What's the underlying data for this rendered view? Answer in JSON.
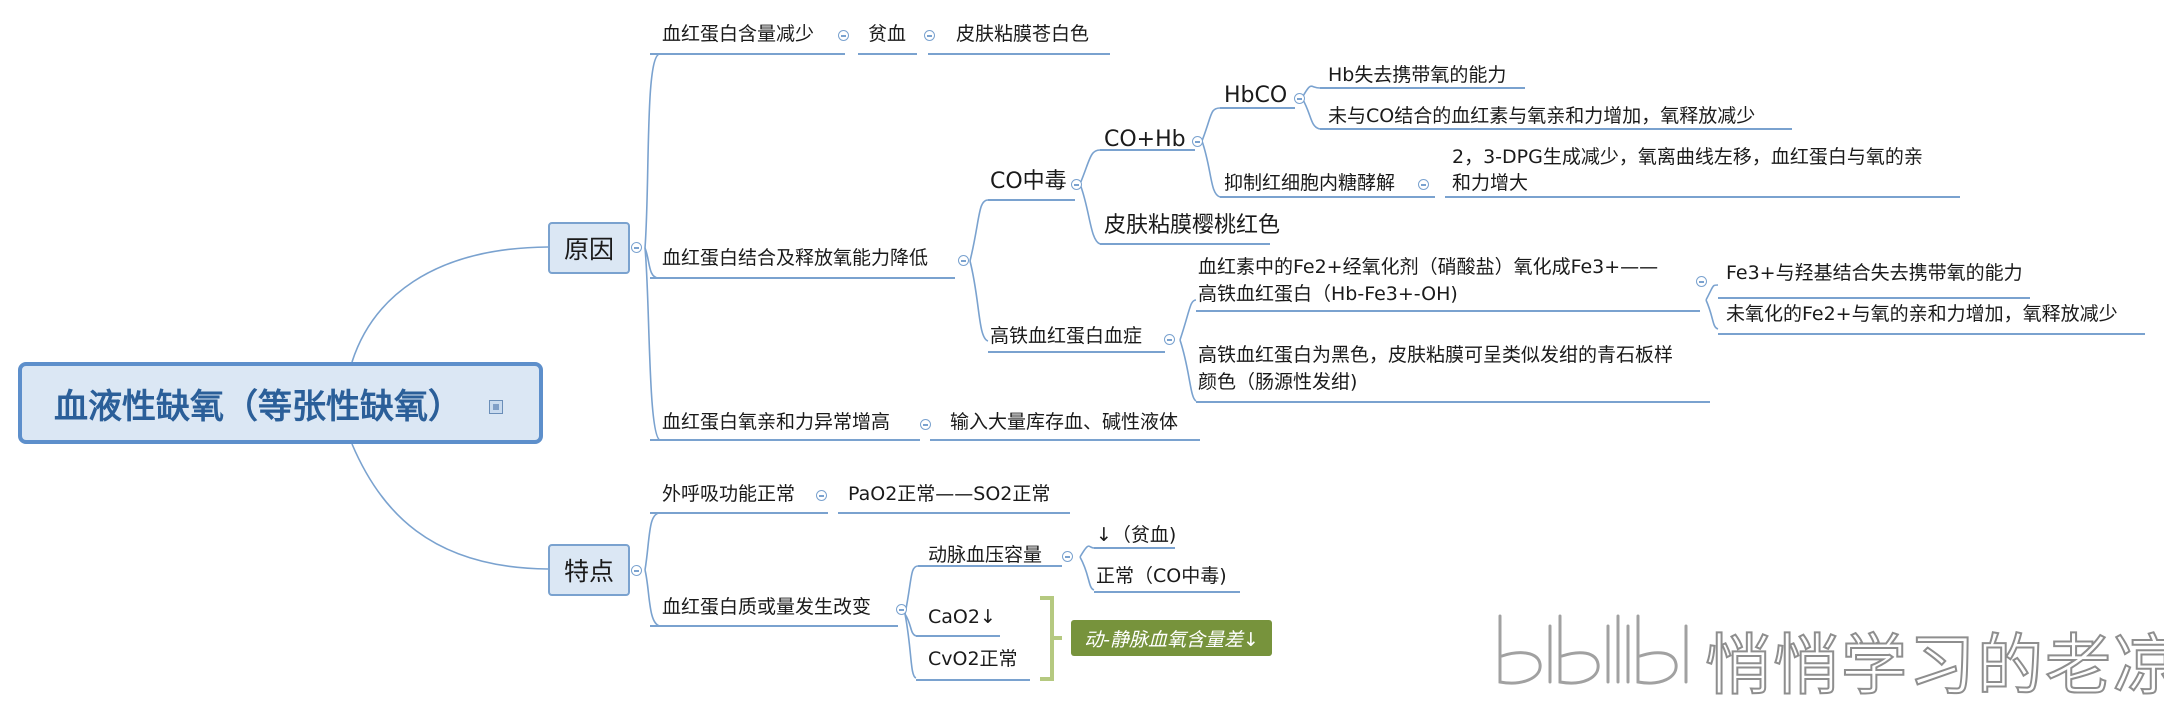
{
  "root": {
    "title": "血液性缺氧（等张性缺氧）"
  },
  "main": {
    "cause": "原因",
    "feature": "特点"
  },
  "causes": {
    "hb_decrease": "血红蛋白含量减少",
    "anemia": "贫血",
    "pale_skin": "皮肤粘膜苍白色",
    "binding_release_low": "血红蛋白结合及释放氧能力降低",
    "co_poisoning": "CO中毒",
    "co_hb": "CO+Hb",
    "hbco": "HbCO",
    "hb_loses_o2": "Hb失去携带氧的能力",
    "unbound_hb": "未与CO结合的血红素与氧亲和力增加，氧释放减少",
    "inhibit_glycolysis": "抑制红细胞内糖酵解",
    "dpg_line1": "2，3-DPG生成减少，氧离曲线左移，血红蛋白与氧的亲",
    "dpg_line2": "和力增大",
    "cherry_skin": "皮肤粘膜樱桃红色",
    "methb": "高铁血红蛋白血症",
    "fe_oxidized_line1": "血红素中的Fe2+经氧化剂（硝酸盐）氧化成Fe3+——",
    "fe_oxidized_line2": "高铁血红蛋白（Hb-Fe3+-OH)",
    "fe3_hydroxyl": "Fe3+与羟基结合失去携带氧的能力",
    "fe2_affinity": "未氧化的Fe2+与氧的亲和力增加，氧释放减少",
    "methb_black_line1": "高铁血红蛋白为黑色，皮肤粘膜可呈类似发绀的青石板样",
    "methb_black_line2": "颜色（肠源性发绀)",
    "affinity_high": "血红蛋白氧亲和力异常增高",
    "transfusion": "输入大量库存血、碱性液体"
  },
  "features": {
    "external_resp": "外呼吸功能正常",
    "pao2": "PaO2正常——SO2正常",
    "hb_change": "血红蛋白质或量发生改变",
    "arterial_capacity": "动脉血压容量",
    "down_anemia": "↓（贫血)",
    "normal_co": "正常（CO中毒)",
    "cao2": "CaO2↓",
    "cvo2": "CvO2正常",
    "summary": "动-静脉血氧含量差↓"
  },
  "watermark": {
    "text": "悄悄学习的老凉",
    "logo": "bilibili"
  },
  "colors": {
    "line": "#7aa2cf",
    "root_border": "#5d8fcb",
    "root_fill": "#dbe7f4",
    "root_text": "#2b5f99",
    "summary_fill": "#77933c",
    "bracket": "#b5c980"
  }
}
